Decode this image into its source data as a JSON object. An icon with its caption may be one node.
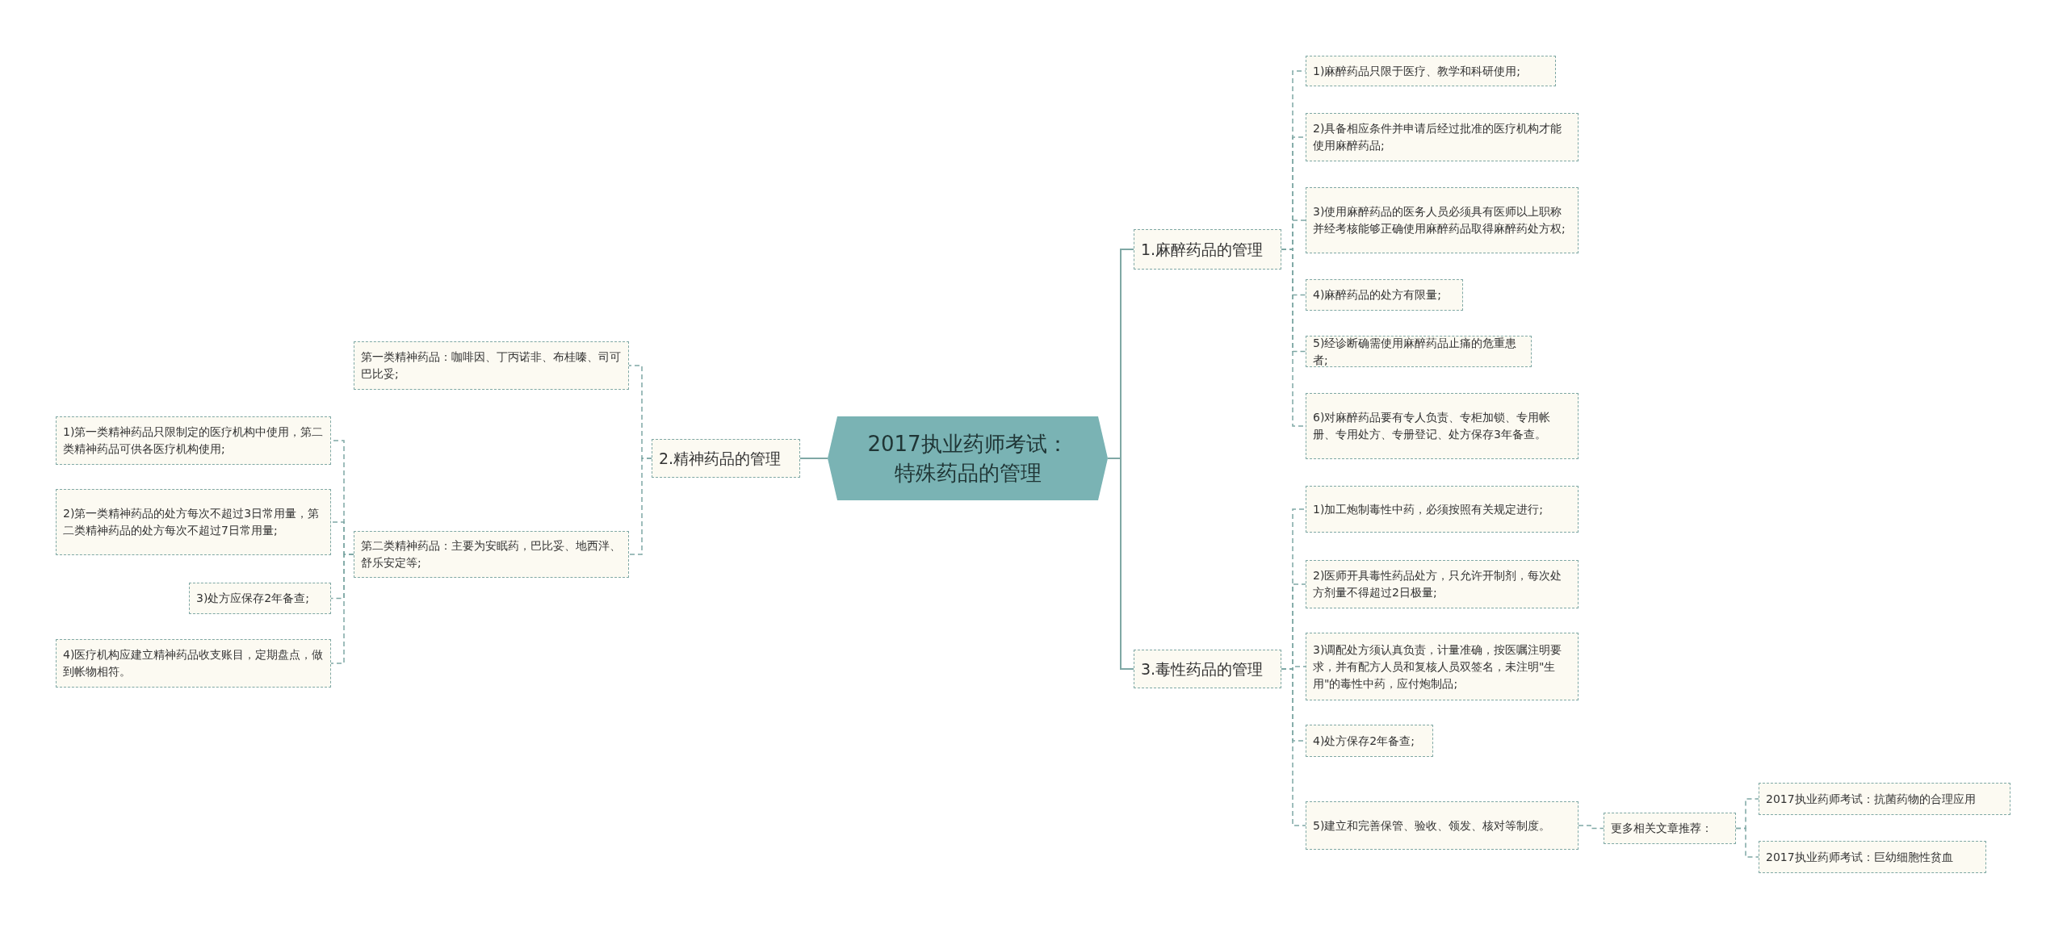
{
  "diagram": {
    "nodes": [
      {
        "text": [
          "2017执业药师考试：特殊药品的管理"
        ]
      },
      {
        "text": [
          "1.麻醉药品的管理"
        ]
      },
      {
        "text": [
          "1)麻醉药品只限于医疗、教学和科研使用;"
        ]
      },
      {
        "text": [
          "2)具备相应条件并申请后经过批准的医疗机构才能使用麻醉药品;"
        ]
      },
      {
        "text": [
          "3)使用麻醉药品的医务人员必须具有医师以上职称并经考核能够正确使用麻醉药品取得麻醉药处方权;"
        ]
      },
      {
        "text": [
          "4)麻醉药品的处方有限量;"
        ]
      },
      {
        "text": [
          "5)经诊断确需使用麻醉药品止痛的危重患者;"
        ]
      },
      {
        "text": [
          "6)对麻醉药品要有专人负责、专柜加锁、专用帐册、专用处方、专册登记、处方保存3年备查。"
        ]
      },
      {
        "text": [
          "3.毒性药品的管理"
        ]
      },
      {
        "text": [
          "1)加工炮制毒性中药，必须按照有关规定进行;"
        ]
      },
      {
        "text": [
          "2)医师开具毒性药品处方，只允许开制剂，每次处方剂量不得超过2日极量;"
        ]
      },
      {
        "text": [
          "3)调配处方须认真负责，计量准确，按医嘱注明要求，并有配方人员和复核人员双签名，未注明\"生用\"的毒性中药，应付炮制品;"
        ]
      },
      {
        "text": [
          "4)处方保存2年备查;"
        ]
      },
      {
        "text": [
          "5)建立和完善保管、验收、领发、核对等制度。"
        ]
      },
      {
        "text": [
          "更多相关文章推荐："
        ]
      },
      {
        "text": [
          "2017执业药师考试：抗菌药物的合理应用"
        ]
      },
      {
        "text": [
          "2017执业药师考试：巨幼细胞性贫血"
        ]
      },
      {
        "text": [
          "2.精神药品的管理"
        ]
      },
      {
        "text": [
          "第一类精神药品：咖啡因、丁丙诺非、布桂嗪、司可巴比妥;"
        ]
      },
      {
        "text": [
          "第二类精神药品：主要为安眠药，巴比妥、地西泮、舒乐安定等;"
        ]
      },
      {
        "text": [
          "1)第一类精神药品只限制定的医疗机构中使用，第二类精神药品可供各医疗机构使用;"
        ]
      },
      {
        "text": [
          "2)第一类精神药品的处方每次不超过3日常用量，第二类精神药品的处方每次不超过7日常用量;"
        ]
      },
      {
        "text": [
          "3)处方应保存2年备查;"
        ]
      },
      {
        "text": [
          "4)医疗机构应建立精神药品收支账目，定期盘点，做到帐物相符。"
        ]
      }
    ],
    "edges": [
      {
        "from": 0,
        "to": 1,
        "arrow": "none"
      },
      {
        "from": 1,
        "to": 2,
        "arrow": "none",
        "style": "dashed"
      },
      {
        "from": 1,
        "to": 3,
        "arrow": "none",
        "style": "dashed"
      },
      {
        "from": 1,
        "to": 4,
        "arrow": "none",
        "style": "dashed"
      },
      {
        "from": 1,
        "to": 5,
        "arrow": "none",
        "style": "dashed"
      },
      {
        "from": 1,
        "to": 6,
        "arrow": "none",
        "style": "dashed"
      },
      {
        "from": 1,
        "to": 7,
        "arrow": "none",
        "style": "dashed"
      },
      {
        "from": 0,
        "to": 8,
        "arrow": "none"
      },
      {
        "from": 8,
        "to": 9,
        "arrow": "none",
        "style": "dashed"
      },
      {
        "from": 8,
        "to": 10,
        "arrow": "none",
        "style": "dashed"
      },
      {
        "from": 8,
        "to": 11,
        "arrow": "none",
        "style": "dashed"
      },
      {
        "from": 8,
        "to": 12,
        "arrow": "none",
        "style": "dashed"
      },
      {
        "from": 8,
        "to": 13,
        "arrow": "none",
        "style": "dashed"
      },
      {
        "from": 13,
        "to": 14,
        "arrow": "none",
        "style": "dashed"
      },
      {
        "from": 14,
        "to": 15,
        "arrow": "none",
        "style": "dashed"
      },
      {
        "from": 14,
        "to": 16,
        "arrow": "none",
        "style": "dashed"
      },
      {
        "from": 0,
        "to": 17,
        "arrow": "none"
      },
      {
        "from": 17,
        "to": 18,
        "arrow": "none",
        "style": "dashed"
      },
      {
        "from": 17,
        "to": 19,
        "arrow": "none",
        "style": "dashed"
      },
      {
        "from": 19,
        "to": 20,
        "arrow": "none",
        "style": "dashed"
      },
      {
        "from": 19,
        "to": 21,
        "arrow": "none",
        "style": "dashed"
      },
      {
        "from": 19,
        "to": 22,
        "arrow": "none",
        "style": "dashed"
      },
      {
        "from": 19,
        "to": 23,
        "arrow": "none",
        "style": "dashed"
      }
    ]
  }
}
